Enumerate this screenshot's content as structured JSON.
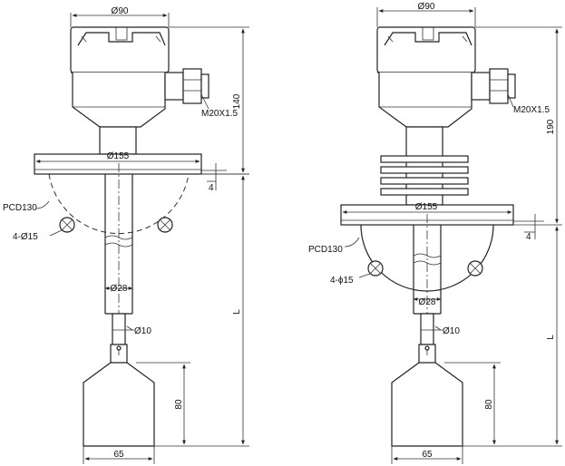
{
  "left_view": {
    "housing_diameter": "Ø90",
    "cable_gland": "M20X1.5",
    "top_height": "140",
    "flange_diameter": "Ø155",
    "flange_thickness": "4",
    "pcd": "PCD130",
    "holes": "4-Ø15",
    "shaft_diameter": "Ø28",
    "rod_diameter": "Ø10",
    "length": "L",
    "paddle_height": "80",
    "paddle_width": "65"
  },
  "right_view": {
    "housing_diameter": "Ø90",
    "cable_gland": "M20X1.5",
    "top_height": "190",
    "flange_diameter": "Ø155",
    "flange_thickness": "4",
    "pcd": "PCD130",
    "holes": "4-ϕ15",
    "shaft_diameter": "Ø28",
    "rod_diameter": "Ø10",
    "length": "L",
    "paddle_height": "80",
    "paddle_width": "65"
  }
}
